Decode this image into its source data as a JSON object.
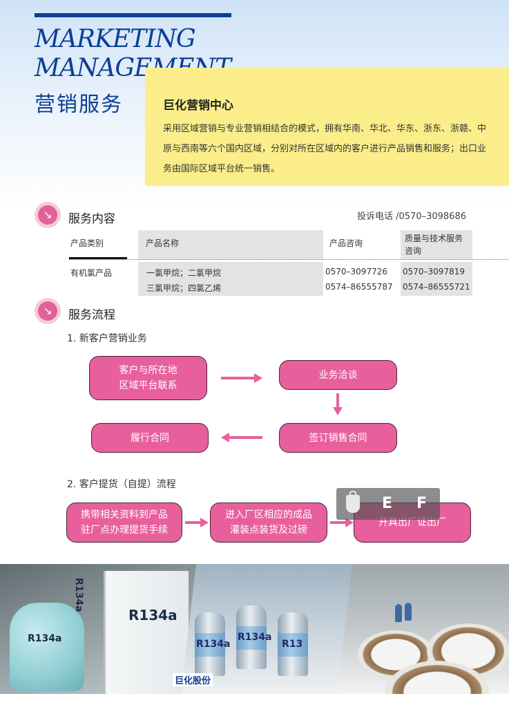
{
  "header": {
    "en_title_line1": "MARKETING",
    "en_title_line2": "MANAGEMENT",
    "cn_title": "营销服务"
  },
  "center": {
    "title": "巨化营销中心",
    "description": "采用区域营销与专业营销相结合的模式，拥有华南、华北、华东、浙东、浙赣、中原与西南等六个国内区域，分别对所在区域内的客户进行产品销售和服务；出口业务由国际区域平台统一销售。"
  },
  "service_content": {
    "title": "服务内容",
    "hotline": "投诉电话 /0570–3098686",
    "headers": [
      "产品类别",
      "产品名称",
      "产品咨询",
      "质量与技术服务咨询"
    ],
    "rows": [
      {
        "category": "有机氯产品",
        "name": "一氯甲烷；二氯甲烷",
        "consult": "0570–3097726",
        "quality": "0570–3097819"
      },
      {
        "category": "",
        "name": "三氯甲烷；四氯乙烯",
        "consult": "0574–86555787",
        "quality": "0574–86555721"
      }
    ]
  },
  "service_flow": {
    "title": "服务流程",
    "step1_title": "1. 新客户营销业务",
    "step1_boxes": [
      "客户与所在地\n区域平台联系",
      "业务洽谈",
      "签订销售合同",
      "履行合同"
    ],
    "step2_title": "2. 客户提货（自提）流程",
    "step2_boxes": [
      "携带相关资料到产品\n驻厂点办理提货手续",
      "进入厂区相应的成品\n灌装点装货及过磅",
      "开具出厂证出厂"
    ]
  },
  "overlay": {
    "letter1": "E",
    "letter2": "F"
  },
  "photos": {
    "tank_label": "R134a",
    "box_label": "R134a",
    "box_side_label": "R134a",
    "can_labels": [
      "R134a",
      "R134a",
      "R13"
    ],
    "brand": "巨化股份"
  },
  "colors": {
    "brand_blue": "#0b3f93",
    "pink": "#e7609d",
    "yellow": "#fbee8a"
  }
}
